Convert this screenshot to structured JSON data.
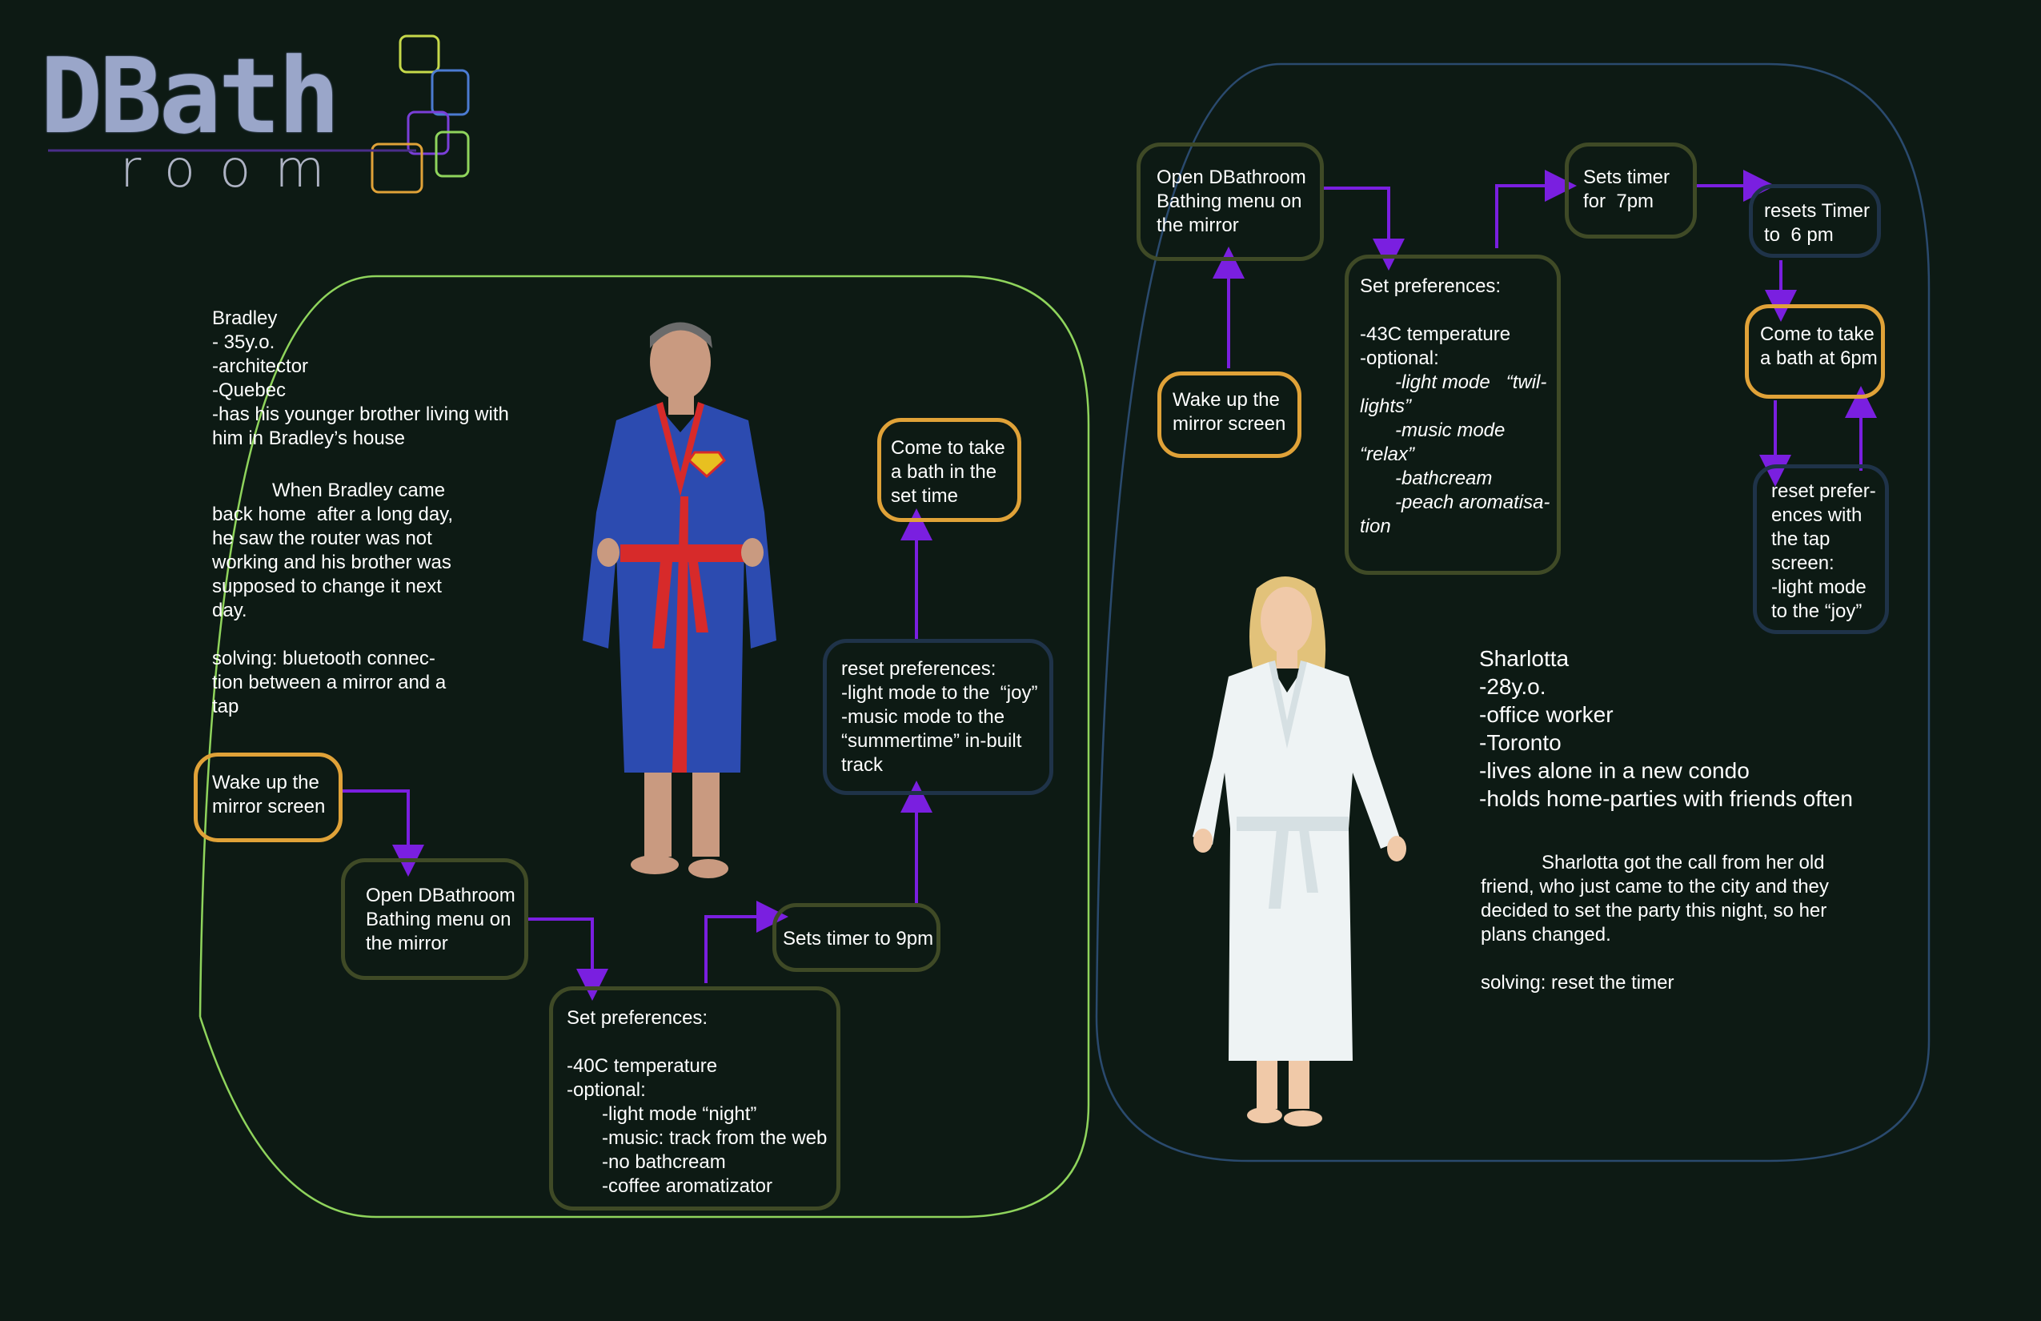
{
  "logo": {
    "line1": "DBath",
    "line2": "room"
  },
  "colors": {
    "background": "#0d1a14",
    "flow_orange": "#e0a238",
    "flow_olive": "#3f4a26",
    "flow_blue": "#1f3349",
    "arrow_purple": "#7a1fe0",
    "left_region": "#8fd45c",
    "right_region": "#2a4a6e"
  },
  "bradley": {
    "profile": [
      "Bradley",
      "- 35y.o.",
      "-architector",
      "-Quebec",
      "-has his younger brother living with",
      "him in Bradley’s house"
    ],
    "story": [
      "When Bradley came",
      "back home  after a long day,",
      "he saw the router was not",
      "working and his brother was",
      "supposed to change it next",
      "day."
    ],
    "solving": [
      "solving: bluetooth connec-",
      "tion between a mirror and a",
      "tap"
    ],
    "photo_label": "man in blue bathrobe",
    "flow": {
      "wake": [
        "Wake up the",
        "mirror screen"
      ],
      "open_menu": [
        "Open DBathroom",
        "Bathing menu on",
        "the mirror"
      ],
      "set_prefs_title": "Set preferences:",
      "set_prefs": [
        "-40C temperature",
        "-optional:",
        "-light mode “night”",
        "-music: track from the web",
        "-no bathcream",
        "-coffee aromatizator"
      ],
      "timer": "Sets timer to 9pm",
      "reset": [
        "reset preferences:",
        "-light mode to the  “joy”",
        "-music mode to the",
        "“summertime” in-built",
        "track"
      ],
      "come": [
        "Come to take",
        "a bath in the",
        "set time"
      ]
    }
  },
  "sharlotta": {
    "profile": [
      "Sharlotta",
      "-28y.o.",
      "-office worker",
      "-Toronto",
      "-lives alone in a new condo",
      "-holds home-parties with friends often"
    ],
    "story": [
      "Sharlotta got the call from her old",
      "friend, who just came to the city and they",
      "decided to set the party this night, so her",
      "plans changed."
    ],
    "solving": "solving: reset the timer",
    "photo_label": "woman in white bathrobe",
    "flow": {
      "open_menu": [
        "Open DBathroom",
        "Bathing menu on",
        "the mirror"
      ],
      "wake": [
        "Wake up the",
        "mirror screen"
      ],
      "set_prefs_title": "Set preferences:",
      "set_prefs": [
        "-43C temperature",
        "-optional:",
        "-light mode   “twil-",
        "lights”",
        "-music mode",
        "“relax”",
        "-bathcream",
        "-peach aromatisa-",
        "tion"
      ],
      "timer": [
        "Sets timer",
        "for  7pm"
      ],
      "reset_timer": [
        "resets Timer",
        "to  6 pm"
      ],
      "come": [
        "Come to take",
        "a bath at 6pm"
      ],
      "reset_prefs": [
        "reset prefer-",
        "ences with",
        "the tap",
        "screen:",
        "-light mode",
        "to the “joy”"
      ]
    }
  }
}
